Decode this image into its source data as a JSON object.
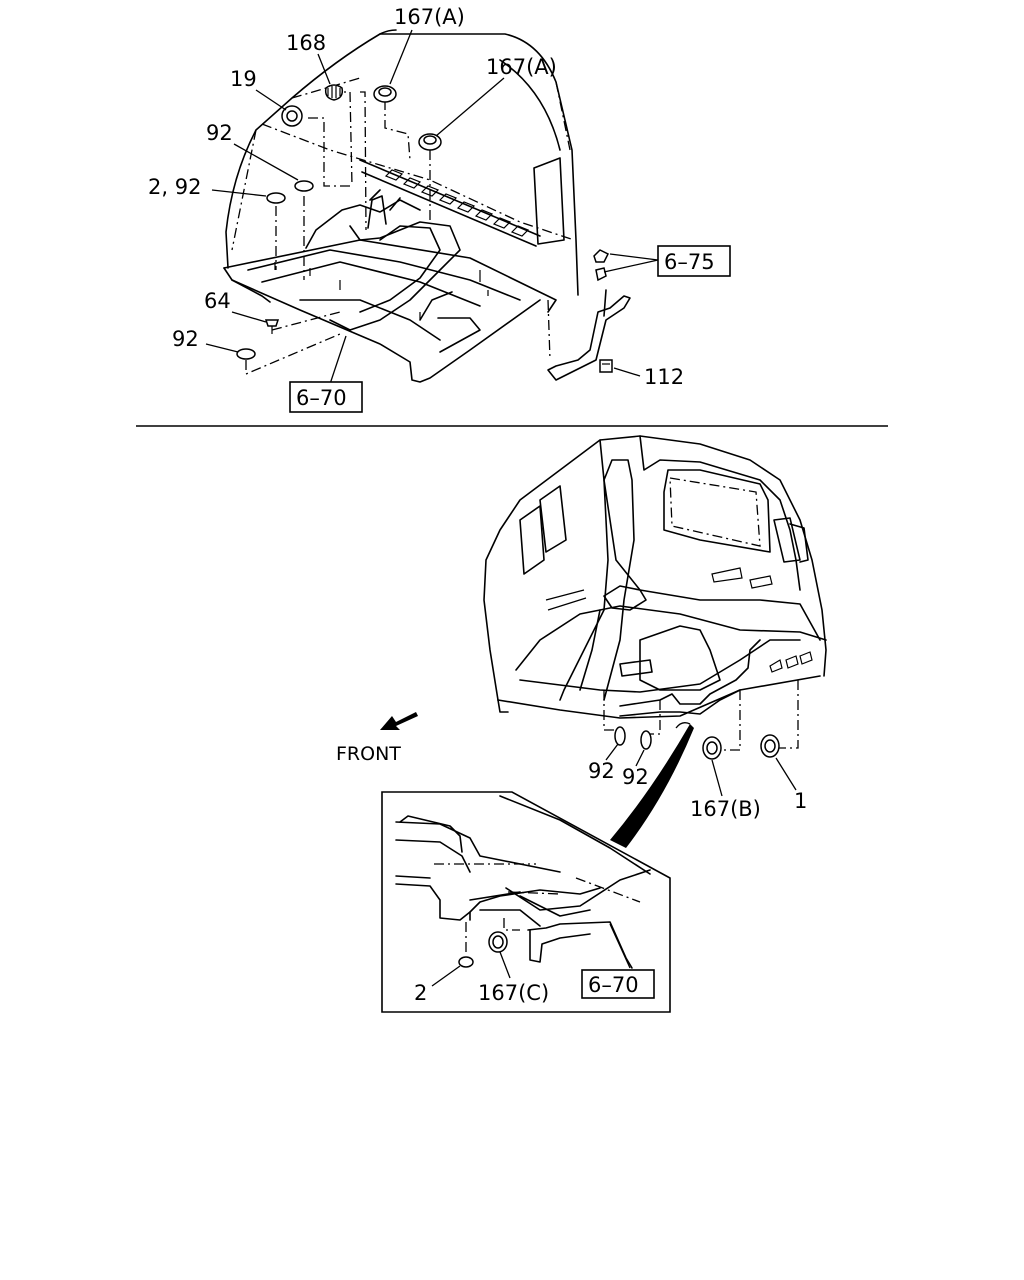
{
  "callouts": {
    "top_167a_1": "167(A)",
    "top_168": "168",
    "top_167a_2": "167(A)",
    "top_19": "19",
    "top_92_a": "92",
    "top_2_92": "2, 92",
    "top_64": "64",
    "top_92_b": "92",
    "top_112": "112",
    "bot_92_a": "92",
    "bot_92_b": "92",
    "bot_167b": "167(B)",
    "bot_1": "1",
    "inset_2": "2",
    "inset_167c": "167(C)"
  },
  "references": {
    "top_6_75": "6–75",
    "top_6_70": "6–70",
    "inset_6_70": "6–70"
  },
  "direction": {
    "front": "FRONT"
  }
}
